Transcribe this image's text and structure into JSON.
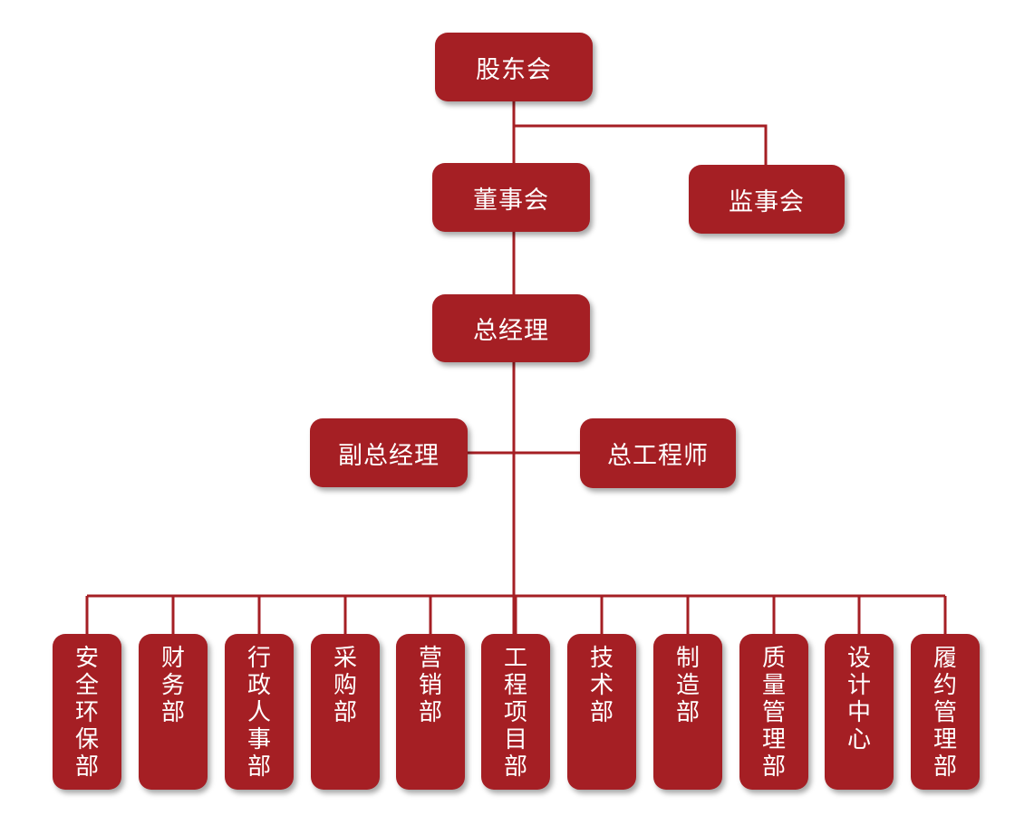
{
  "colors": {
    "box": "#a51f24",
    "line": "#a51f24",
    "text": "#ffffff"
  },
  "nodes": {
    "shareholders": "股东会",
    "board": "董事会",
    "supervisors": "监事会",
    "general_manager": "总经理",
    "deputy_gm": "副总经理",
    "chief_engineer": "总工程师"
  },
  "departments": [
    "安全环保部",
    "财务部",
    "行政人事部",
    "采购部",
    "营销部",
    "工程项目部",
    "技术部",
    "制造部",
    "质量管理部",
    "设计中心",
    "履约管理部"
  ]
}
